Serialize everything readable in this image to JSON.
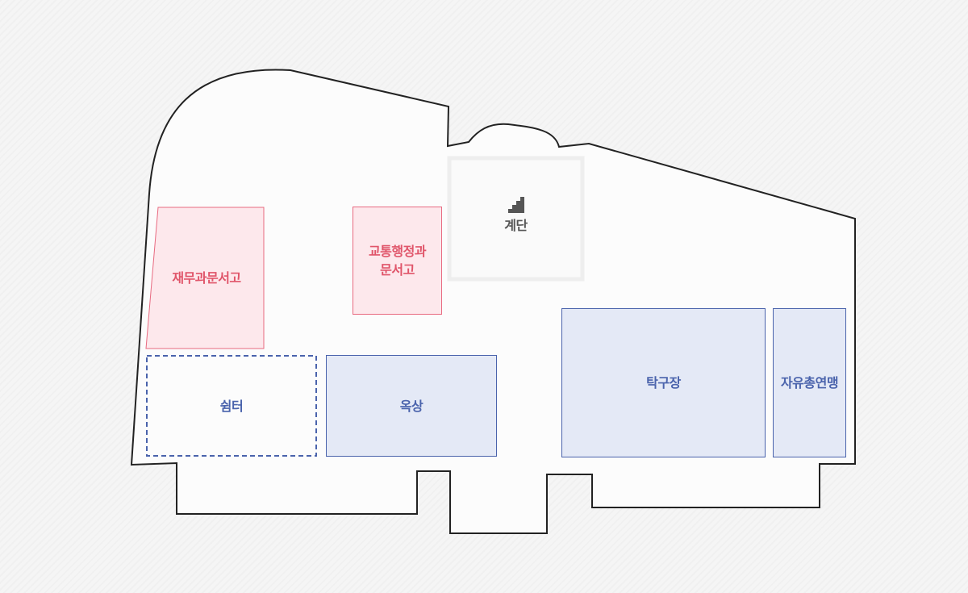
{
  "floor_plan": {
    "colors": {
      "outline": "#222222",
      "floor_fill": "#fcfcfc",
      "archive_fill": "#fde8ec",
      "archive_stroke": "#e86a80",
      "archive_text": "#e0556a",
      "facility_fill": "#e4e9f6",
      "facility_stroke": "#4a63ac",
      "facility_text": "#4a63ac",
      "stairs_stroke": "#eeeeee",
      "stairs_text": "#555555"
    },
    "rooms": {
      "finance_archive": {
        "label": "재무과문서고",
        "category": "archive"
      },
      "transport_archive": {
        "label_line1": "교통행정과",
        "label_line2": "문서고",
        "category": "archive"
      },
      "stairs": {
        "label": "계단",
        "icon": "stairs-icon"
      },
      "shelter": {
        "label": "쉼터",
        "category": "facility",
        "border": "dashed"
      },
      "rooftop": {
        "label": "옥상",
        "category": "facility"
      },
      "table_tennis": {
        "label": "탁구장",
        "category": "facility"
      },
      "federation": {
        "label": "자유총연맹",
        "category": "facility"
      }
    }
  }
}
